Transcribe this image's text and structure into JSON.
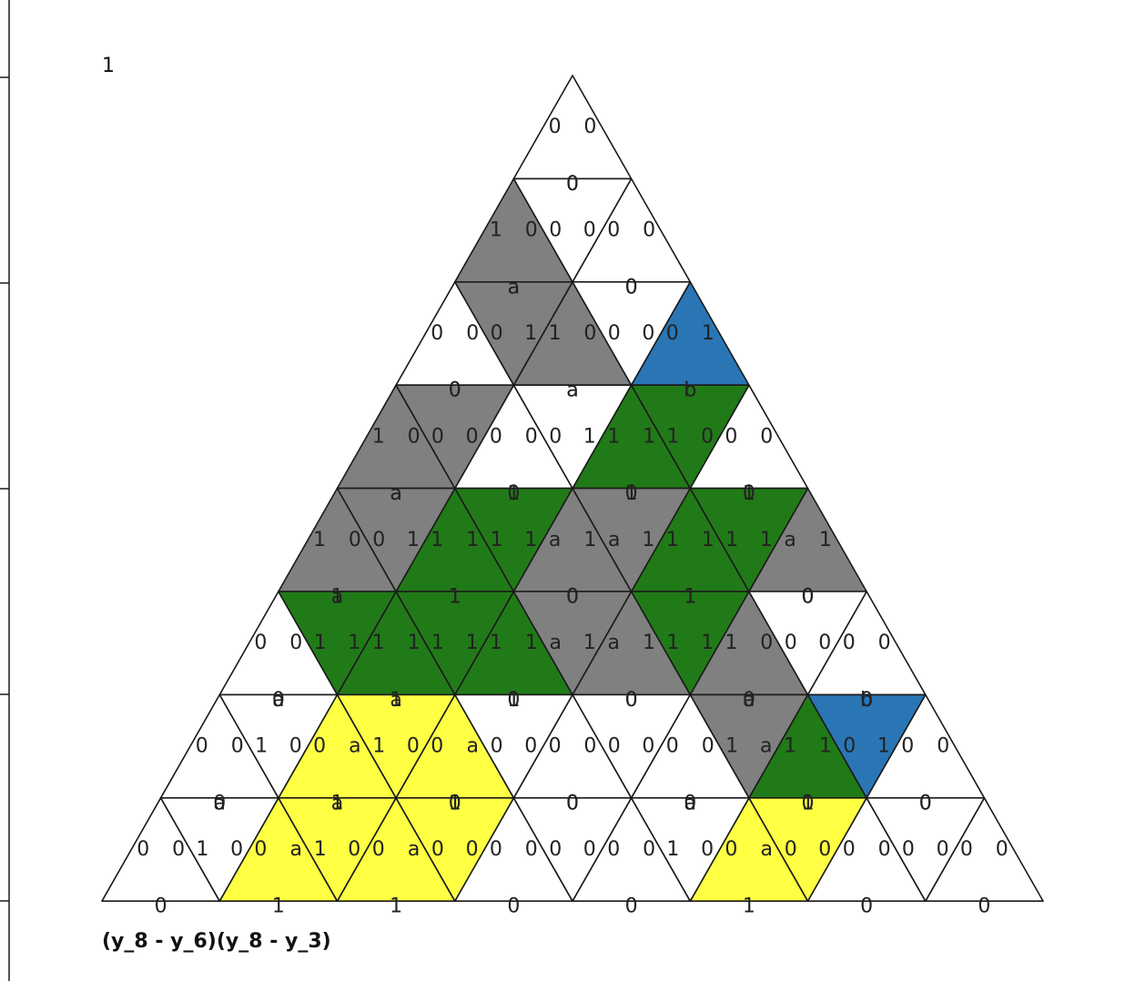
{
  "corner_label": "1",
  "caption": "(y_8 - y_6)(y_8 - y_3)",
  "colors": {
    "W": "#ffffff",
    "G": "#808080",
    "D": "#217a18",
    "B": "#2a76b5",
    "Y": "#ffff44",
    "stroke": "#1a1a1a"
  },
  "grid": {
    "rows": 8,
    "up_fill": [
      "W",
      "GW",
      "WGB",
      "GWDW",
      "GDGDG",
      "WDDGGW",
      "WYYWWDW",
      "WYYWWYWW"
    ],
    "down_fill": [
      "",
      "W",
      "GW",
      "GWD",
      "GDGD",
      "DDGDW",
      "WYWWGB",
      "WYYWWYW"
    ],
    "up_labels": [
      [
        [
          "0",
          "0",
          "0"
        ]
      ],
      [
        [
          "1",
          "0",
          "a"
        ],
        [
          "0",
          "0",
          "0"
        ]
      ],
      [
        [
          "0",
          "0",
          "0"
        ],
        [
          "1",
          "0",
          "a"
        ],
        [
          "0",
          "1",
          "b"
        ]
      ],
      [
        [
          "1",
          "0",
          "a"
        ],
        [
          "0",
          "0",
          "0"
        ],
        [
          "1",
          "1",
          "1"
        ],
        [
          "0",
          "0",
          "0"
        ]
      ],
      [
        [
          "1",
          "0",
          "a"
        ],
        [
          "1",
          "1",
          "1"
        ],
        [
          "a",
          "1",
          "0"
        ],
        [
          "1",
          "1",
          "1"
        ],
        [
          "a",
          "1",
          "0"
        ]
      ],
      [
        [
          "0",
          "0",
          "0"
        ],
        [
          "1",
          "1",
          "1"
        ],
        [
          "1",
          "1",
          "1"
        ],
        [
          "a",
          "1",
          "0"
        ],
        [
          "1",
          "0",
          "a"
        ],
        [
          "0",
          "0",
          "0"
        ]
      ],
      [
        [
          "0",
          "0",
          "0"
        ],
        [
          "0",
          "a",
          "1"
        ],
        [
          "0",
          "a",
          "1"
        ],
        [
          "0",
          "0",
          "0"
        ],
        [
          "0",
          "0",
          "0"
        ],
        [
          "1",
          "1",
          "1"
        ],
        [
          "0",
          "0",
          "0"
        ]
      ],
      [
        [
          "0",
          "0",
          "0"
        ],
        [
          "0",
          "a",
          "1"
        ],
        [
          "0",
          "a",
          "1"
        ],
        [
          "0",
          "0",
          "0"
        ],
        [
          "0",
          "0",
          "0"
        ],
        [
          "0",
          "a",
          "1"
        ],
        [
          "0",
          "0",
          "0"
        ],
        [
          "0",
          "0",
          "0"
        ]
      ]
    ],
    "down_labels": [
      [],
      [
        [
          "0",
          "0",
          "0"
        ]
      ],
      [
        [
          "0",
          "1",
          "a"
        ],
        [
          "0",
          "0",
          "0"
        ]
      ],
      [
        [
          "0",
          "0",
          "0"
        ],
        [
          "0",
          "1",
          "a"
        ],
        [
          "1",
          "0",
          "b"
        ]
      ],
      [
        [
          "0",
          "1",
          "a"
        ],
        [
          "1",
          "1",
          "1"
        ],
        [
          "a",
          "1",
          "0"
        ],
        [
          "1",
          "1",
          "1"
        ]
      ],
      [
        [
          "1",
          "1",
          "1"
        ],
        [
          "1",
          "1",
          "1"
        ],
        [
          "a",
          "1",
          "0"
        ],
        [
          "1",
          "1",
          "1"
        ],
        [
          "0",
          "0",
          "0"
        ]
      ],
      [
        [
          "1",
          "0",
          "a"
        ],
        [
          "1",
          "0",
          "a"
        ],
        [
          "0",
          "0",
          "0"
        ],
        [
          "0",
          "0",
          "0"
        ],
        [
          "1",
          "a",
          "0"
        ],
        [
          "0",
          "1",
          "b"
        ]
      ],
      [
        [
          "1",
          "0",
          "a"
        ],
        [
          "1",
          "0",
          "a"
        ],
        [
          "0",
          "0",
          "0"
        ],
        [
          "0",
          "0",
          "0"
        ],
        [
          "1",
          "0",
          "a"
        ],
        [
          "0",
          "0",
          "0"
        ],
        [
          "0",
          "0",
          "0"
        ]
      ]
    ]
  }
}
